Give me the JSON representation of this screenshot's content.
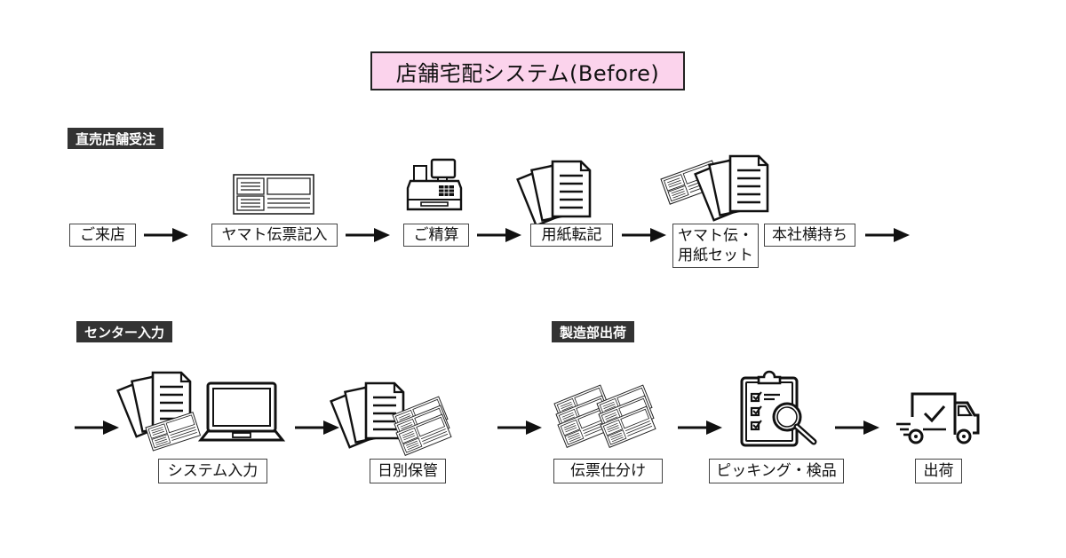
{
  "title": "店舗宅配システム(Before)",
  "colors": {
    "title_bg": "#fbd3ec",
    "section_bg": "#333333",
    "section_text": "#ffffff"
  },
  "sections": {
    "store": "直売店舗受注",
    "center": "センター入力",
    "factory": "製造部出荷"
  },
  "steps": {
    "visit": "ご来店",
    "yamato_write": "ヤマト伝票記入",
    "checkout": "ご精算",
    "paper_transcribe": "用紙転記",
    "set_line1": "ヤマト伝・",
    "set_line2": "用紙セット",
    "hq_carry": "本社横持ち",
    "system_input": "システム入力",
    "daily_storage": "日別保管",
    "slip_sort": "伝票仕分け",
    "picking": "ピッキング・検品",
    "shipping": "出荷"
  },
  "icons": {
    "yamato_write": "shipping-slip-icon",
    "checkout": "cash-register-icon",
    "paper_transcribe": "documents-icon",
    "set": "slip-and-documents-icon",
    "system_input": "documents-laptop-icon",
    "daily_storage": "documents-slips-icon",
    "slip_sort": "stacked-slips-icon",
    "picking": "clipboard-magnifier-icon",
    "shipping": "delivery-truck-icon"
  }
}
